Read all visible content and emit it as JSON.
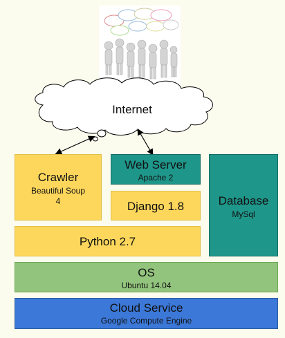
{
  "internet": {
    "label": "Internet"
  },
  "crawler": {
    "title": "Crawler",
    "subtitle": "Beautiful Soup 4"
  },
  "webserver": {
    "title": "Web Server",
    "subtitle": "Apache 2"
  },
  "django": {
    "title": "Django 1.8"
  },
  "database": {
    "title": "Database",
    "subtitle": "MySql"
  },
  "python": {
    "title": "Python 2.7"
  },
  "os": {
    "title": "OS",
    "subtitle": "Ubuntu 14.04"
  },
  "cloud_service": {
    "title": "Cloud Service",
    "subtitle": "Google Compute Engine"
  },
  "colors": {
    "yellow_box": "#fcd75c",
    "teal_box": "#1f968a",
    "green_box": "#93c47d",
    "blue_box": "#3c78d8"
  },
  "icons": {
    "users_illustration": "people-talking-icon",
    "internet_cloud": "cloud-icon"
  }
}
